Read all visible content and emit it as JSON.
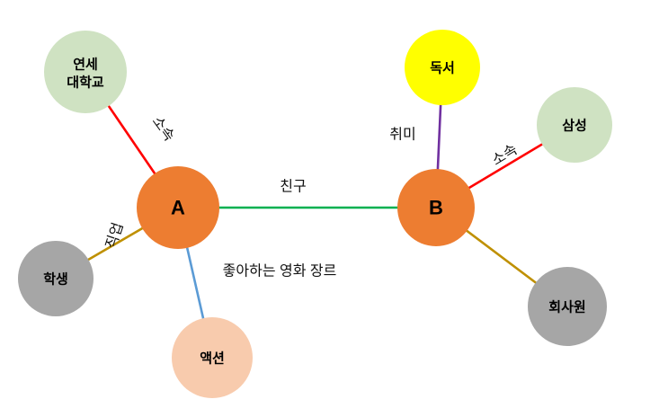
{
  "title": "knowledge-graph-diagram",
  "nodes": {
    "a": {
      "label": "A"
    },
    "b": {
      "label": "B"
    },
    "university": {
      "line1": "연세",
      "line2": "대학교"
    },
    "student": {
      "label": "학생"
    },
    "action": {
      "label": "액션"
    },
    "reading": {
      "label": "독서"
    },
    "samsung": {
      "label": "삼성"
    },
    "worker": {
      "label": "회사원"
    }
  },
  "edges": {
    "university": {
      "label": "소속"
    },
    "student": {
      "label": "직업"
    },
    "movie": {
      "label": "좋아하는 영화 장르"
    },
    "friend": {
      "label": "친구"
    },
    "hobby": {
      "label": "취미"
    },
    "samsung": {
      "label": "소속"
    }
  },
  "colors": {
    "background": "#FFFFFF",
    "node_orange": "#ED7D31",
    "node_green": "#CFE2C2",
    "node_gray": "#A6A6A6",
    "node_peach": "#F8CBAD",
    "node_yellow": "#FFFF00",
    "edge_red": "#FF0000",
    "edge_olive": "#BF9000",
    "edge_blue": "#5B9BD5",
    "edge_green": "#00B050",
    "edge_purple": "#7030A0",
    "label_text": "#000000"
  }
}
